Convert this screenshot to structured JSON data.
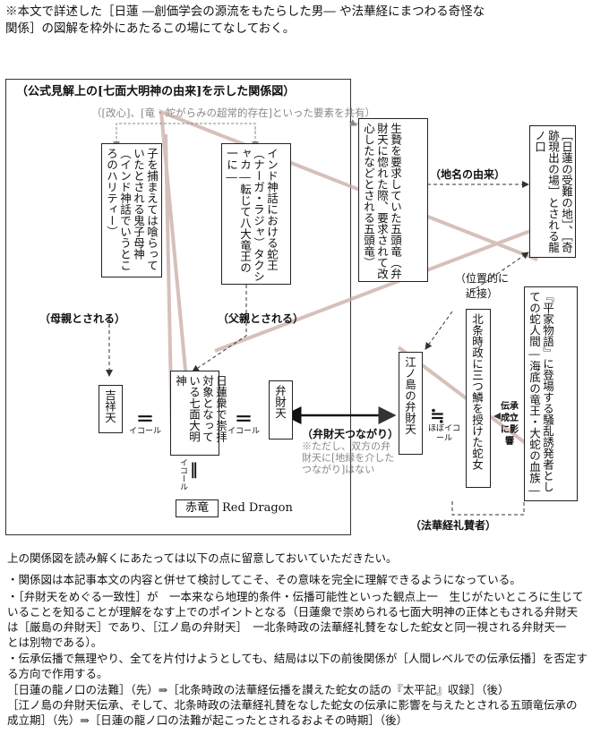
{
  "intro": {
    "line1": "※本文で詳述した［日蓮 ―創価学会の源流をもたらした男― や法華経にまつわる奇怪な",
    "line2": "関係］の図解を枠外にあたるこの場にてなしておく。"
  },
  "frame": {
    "title": "（公式見解上の[七面大明神の由来]を示した関係図）",
    "shared_note": "（[改心]、[竜・蛇がらみの超常的存在]といった要素を共有）"
  },
  "boxes": {
    "kishimojin": "子を捕まえては喰らっていたとされる鬼子母神（インド神話でいうところのハリティー）",
    "nagaraja": "インド神話における蛇王（ナーガ・ラジャ）タクシャカ―転じて八大竜王の一に―",
    "five_dragons": "生贄を要求していた五頭竜（弁財天に惚れた際、要求されて改心したなどとされる五頭竜）",
    "tatsunokuchi": "［日蓮の受難の地］、［奇跡現出の場］とされる龍ノ口",
    "kichijoten": "吉祥天",
    "shichimen": "日蓮衆で崇拝対象となっている七面大明神",
    "benzaiten": "弁財天",
    "enoshima": "江ノ島の弁財天",
    "hojo_snake": "北条時政に三つ鱗を授けた蛇女",
    "heike": "『平家物語』に登場する騒乱誘発者としての蛇人間―海底の竜王・大蛇の血族―"
  },
  "labels": {
    "mother": "（母親とされる）",
    "father": "（父親とされる）",
    "place_name": "（地名の由来）",
    "proximity": "（位置的に近接）",
    "benzaiten_link": "（弁財天つながり）",
    "benzaiten_link_note1": "※ただし、双方の弁",
    "benzaiten_link_note2": "財天に[地縁を介した",
    "benzaiten_link_note3": "つながり]はない",
    "equal": "＝",
    "equal_word": "イコール",
    "approx": "≒",
    "approx_word": "ほぼイコール",
    "influence": "伝承成立に影響",
    "equal_vertical": "イコール",
    "equal_vertical_sign": "‖",
    "red_dragon_jp": "赤竜",
    "red_dragon_en": "Red Dragon",
    "hokke": "（法華経礼賛者）"
  },
  "body": {
    "p0": "上の関係図を読み解くにあたっては以下の点に留意しておいていただきたい。",
    "p1": "・関係図は本記事本文の内容と併せて検討してこそ、その意味を完全に理解できるようになっている。",
    "p2": "・［弁財天をめぐる一致性］が　一本来なら地理的条件・伝播可能性といった観点上一　生じがたいところに生じていることを知ることが理解をなす上でのポイントとなる（日蓮衆で崇められる七面大明神の正体ともされる弁財天は［厳島の弁財天］であり、［江ノ島の弁財天］　一北条時政の法華経礼賛をなした蛇女と同一視される弁財天一　とは別物である）。",
    "p3": "・伝承伝播で無理やり、全てを片付けようとしても、結局は以下の前後関係が［人間レベルでの伝承伝播］を否定する方向で作用する。",
    "p4": "［日蓮の龍ノ口の法難］（先）⇒［北条時政の法華経伝播を讃えた蛇女の話の『太平記』収録］（後）",
    "p5": "［江ノ島の弁財天伝承、そして、北条時政の法華経礼賛をなした蛇女の伝承に影響を与えたとされる五頭竜伝承の成立期］（先）⇒［日蓮の龍ノ口の法難が起こったとされるおよその時期］（後）"
  },
  "colors": {
    "overlay_line": "#c8a8a0",
    "arrow": "#333333",
    "gray_text": "#888888"
  }
}
